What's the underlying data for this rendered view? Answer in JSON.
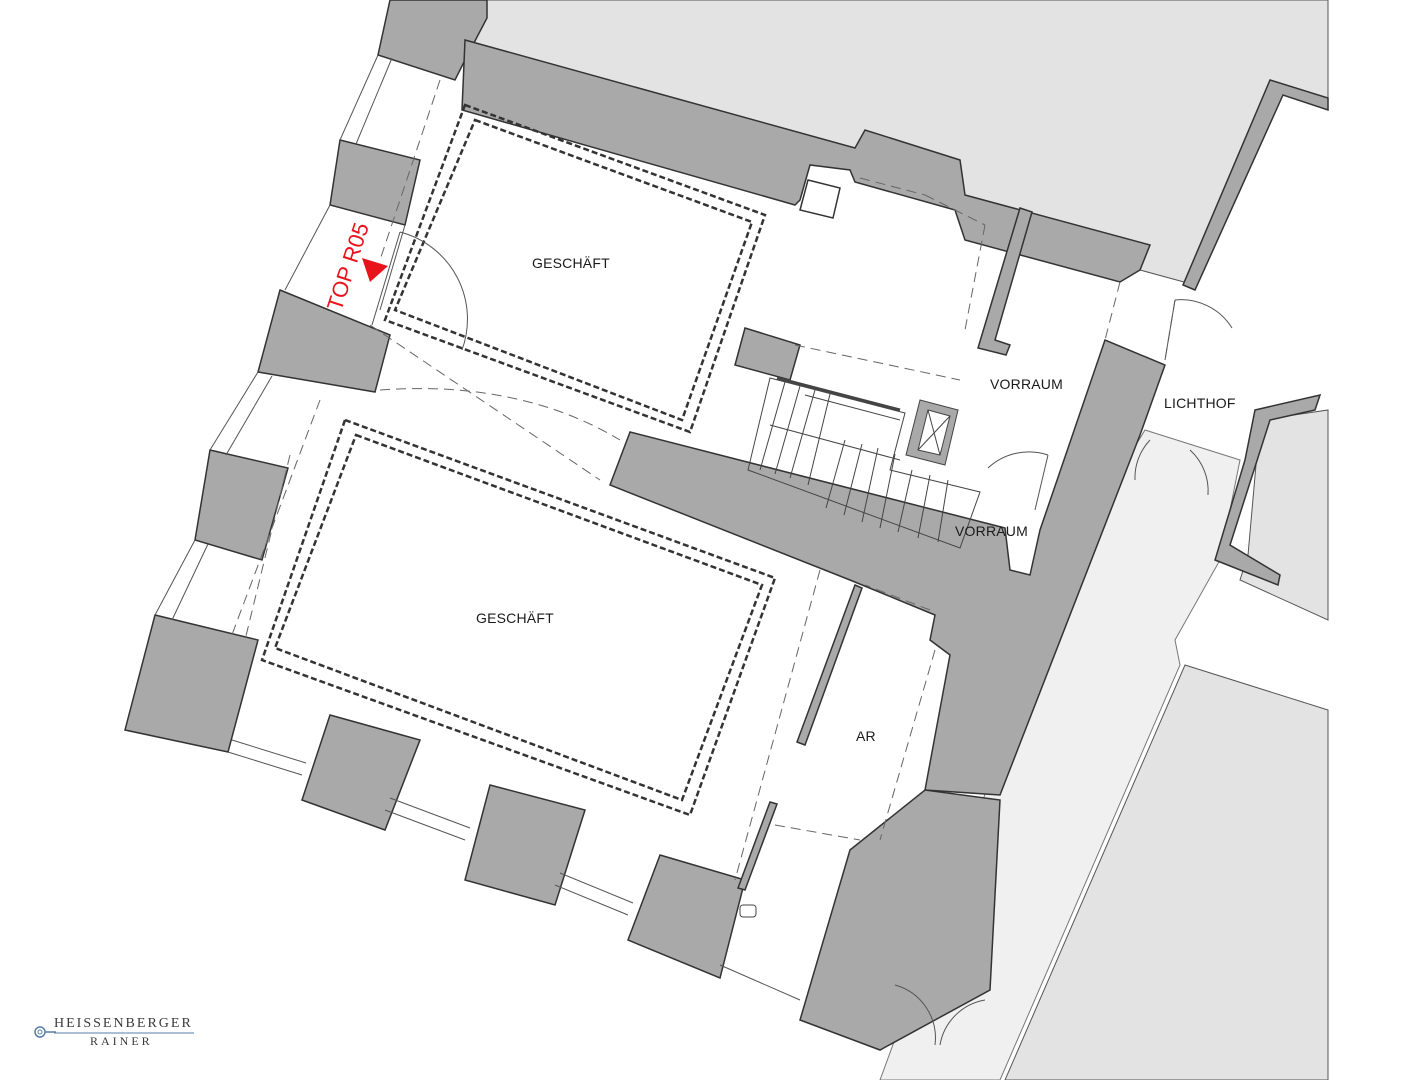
{
  "rooms": {
    "geschaeft_upper": "GESCHÄFT",
    "geschaeft_lower": "GESCHÄFT",
    "vorraum_upper": "VORRAUM",
    "vorraum_lower": "VORRAUM",
    "lichthof": "LICHTHOF",
    "ar": "AR"
  },
  "unit_label": "TOP R05",
  "logo": {
    "name": "HEISSENBERGER",
    "sub": "RAINER"
  },
  "colors": {
    "wall": "#a9a9a9",
    "neighbor": "#e3e3e3",
    "passage": "#f0f0f0",
    "accent": "#e8131b"
  }
}
